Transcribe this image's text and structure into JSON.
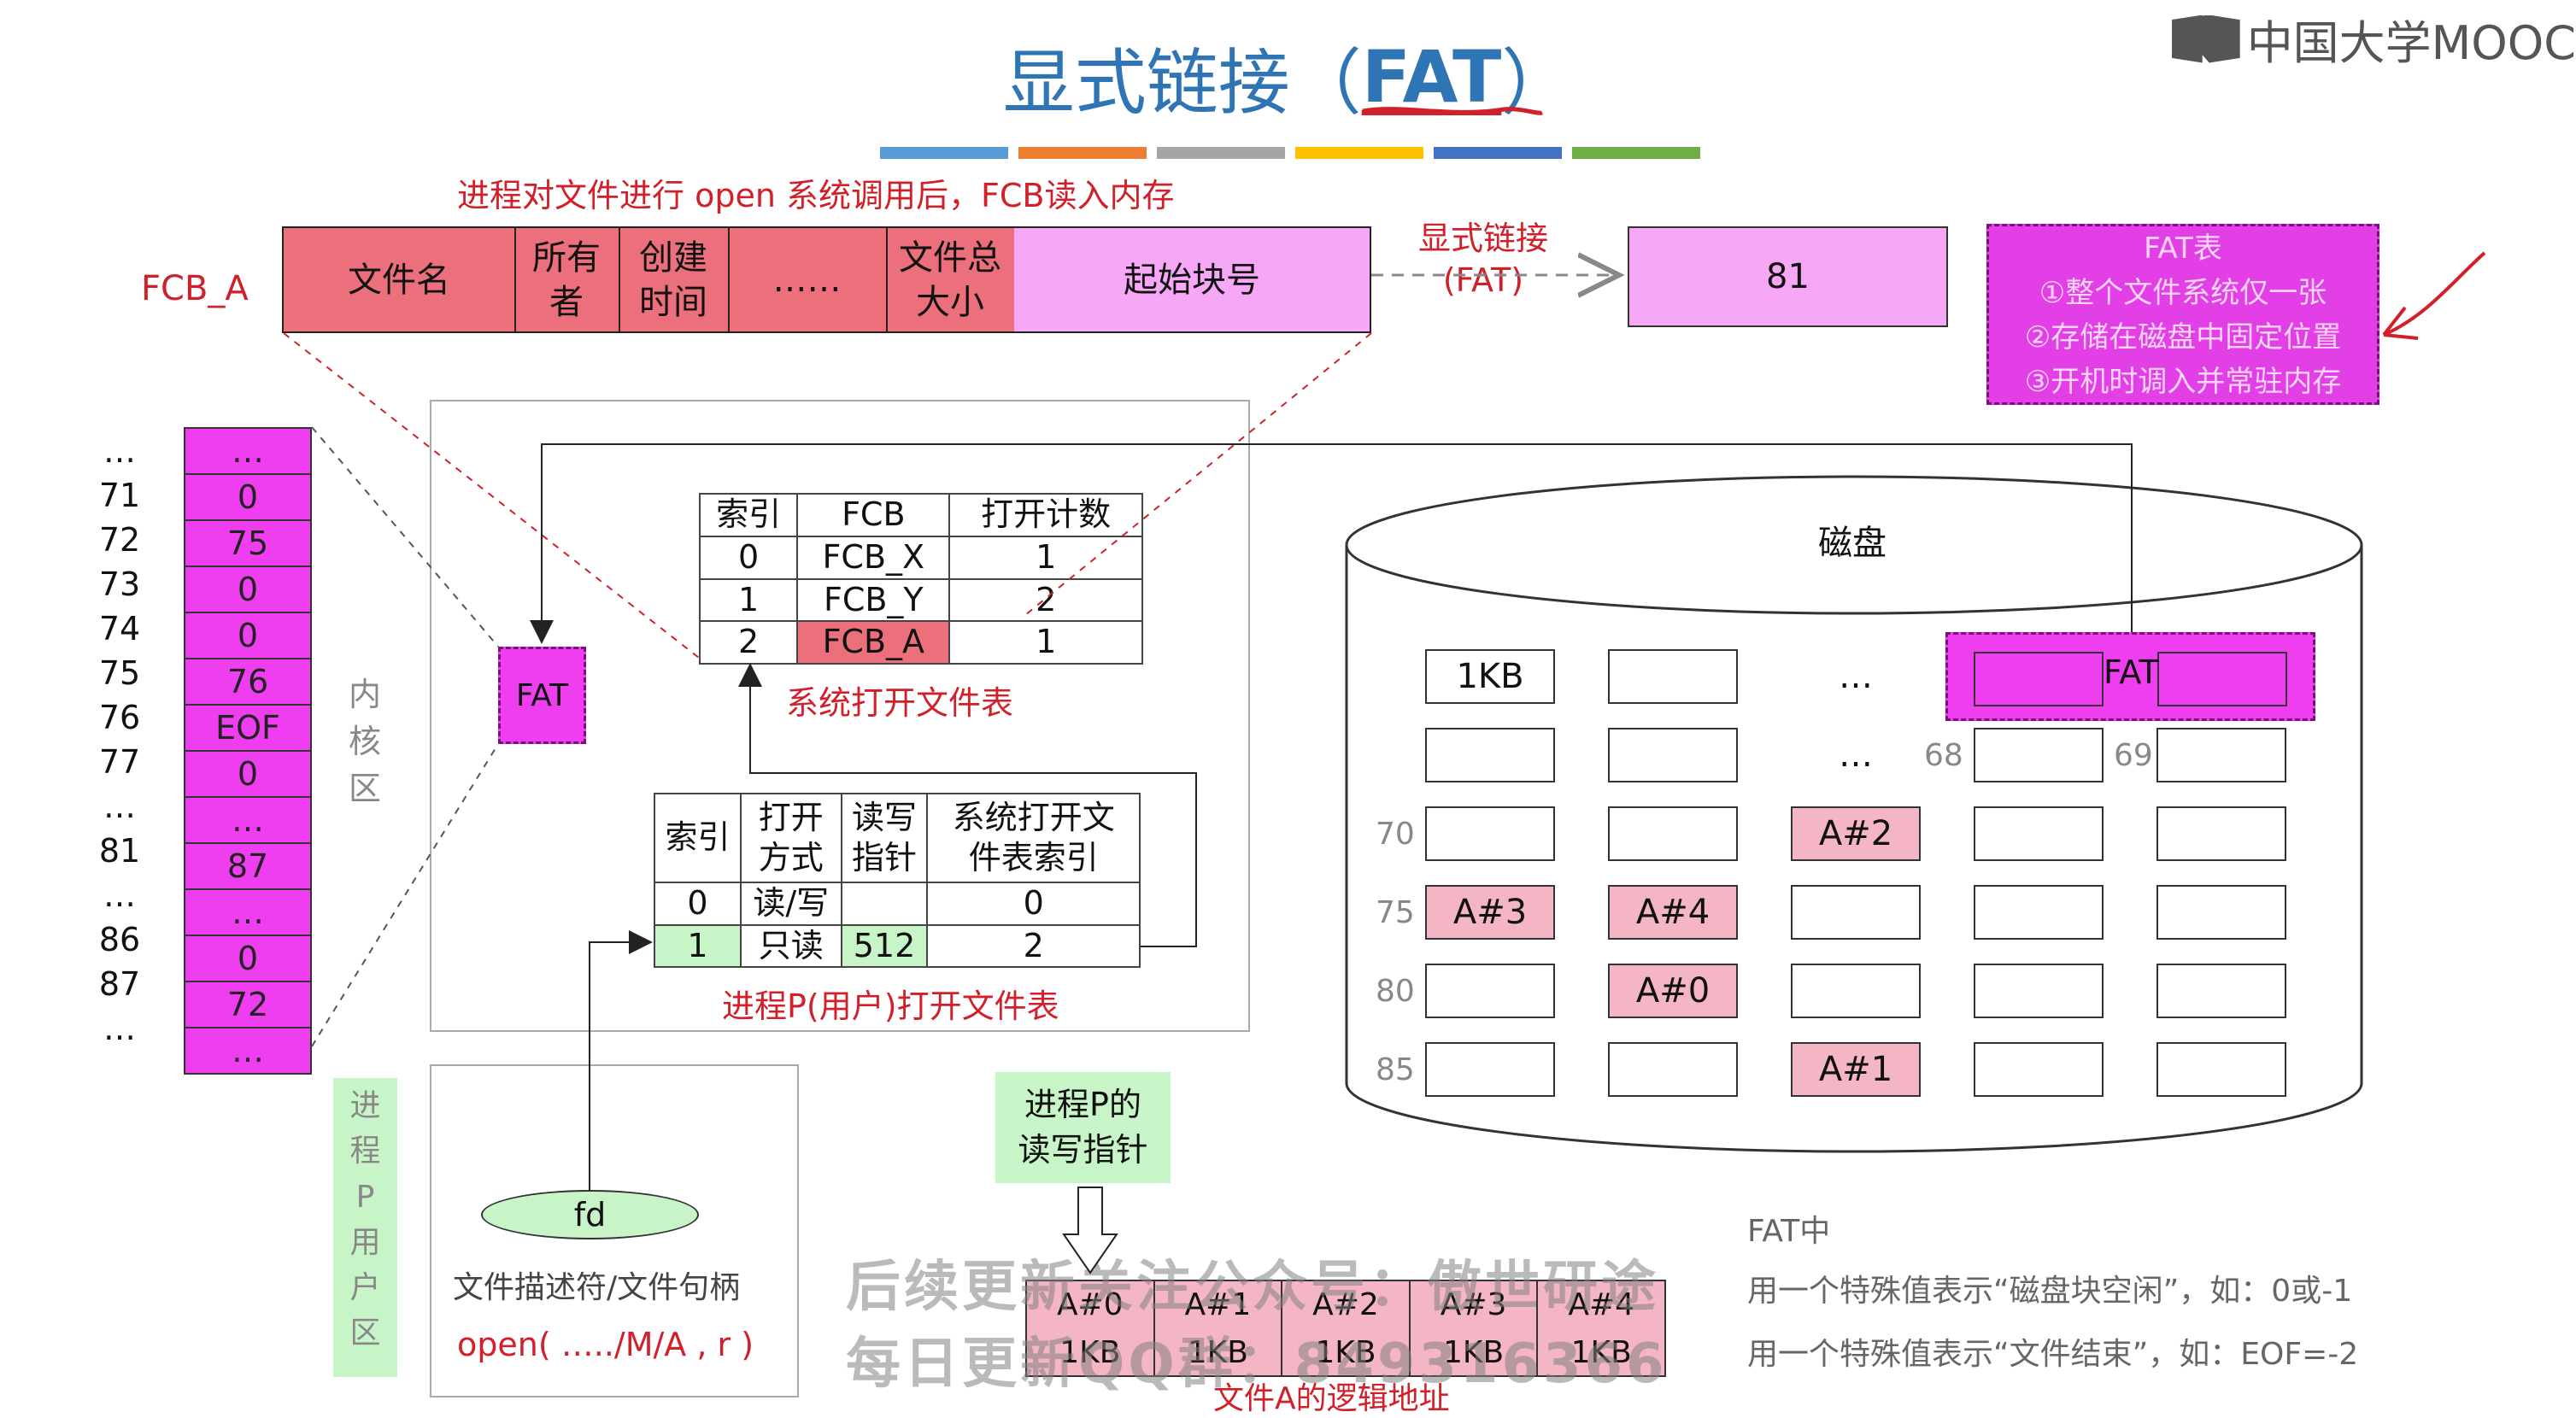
{
  "title": {
    "main": "显式链接（",
    "fat": "FAT",
    "close": "）"
  },
  "brand": "中国大学MOOC",
  "colors": {
    "title": "#2f74b5",
    "magenta": "#ef3df0",
    "fcb_red": "#ec6f7c",
    "light_magenta": "#f6a7f6",
    "pink_block": "#f4b6c4",
    "green": "#c8f5c8",
    "accent_red": "#d0202a"
  },
  "fcb_caption": "进程对文件进行 open 系统调用后，FCB读入内存",
  "fcb_label": "FCB_A",
  "fcb_fields": [
    "文件名",
    "所有\n者",
    "创建\n时间",
    "……",
    "文件总\n大小",
    "起始块号"
  ],
  "link_label": "显式链接\n(FAT)",
  "start_block": "81",
  "fat_note": [
    "FAT表",
    "①整个文件系统仅一张",
    "②存储在磁盘中固定位置",
    "③开机时调入并常驻内存"
  ],
  "fat_index": [
    "…",
    "71",
    "72",
    "73",
    "74",
    "75",
    "76",
    "77",
    "…",
    "81",
    "…",
    "86",
    "87",
    "…"
  ],
  "fat_next": [
    "…",
    "0",
    "75",
    "0",
    "0",
    "76",
    "EOF",
    "0",
    "…",
    "87",
    "…",
    "0",
    "72",
    "…"
  ],
  "kernel_label": "内\n核\n区",
  "fat_box": "FAT",
  "sys_table": {
    "headers": [
      "索引",
      "FCB",
      "打开计数"
    ],
    "rows": [
      [
        "0",
        "FCB_X",
        "1"
      ],
      [
        "1",
        "FCB_Y",
        "2"
      ],
      [
        "2",
        "FCB_A",
        "1"
      ]
    ],
    "caption": "系统打开文件表"
  },
  "proc_table": {
    "headers": [
      "索引",
      "打开\n方式",
      "读写\n指针",
      "系统打开文\n件表索引"
    ],
    "rows": [
      [
        "0",
        "读/写",
        "",
        "0"
      ],
      [
        "1",
        "只读",
        "512",
        "2"
      ]
    ],
    "caption": "进程P(用户)打开文件表"
  },
  "user_label": "进\n程\nP\n用\n户\n区",
  "fd": "fd",
  "fd_caption": "文件描述符/文件句柄",
  "open_call": "open( …../M/A , r )",
  "rw_pointer": "进程P的\n读写指针",
  "disk": {
    "title": "磁盘",
    "rows": [
      {
        "label": "",
        "cells": [
          "1KB",
          "",
          "…",
          "",
          ""
        ]
      },
      {
        "label": "",
        "cells": [
          "",
          "",
          "…",
          "68",
          "69"
        ]
      },
      {
        "label": "70",
        "cells": [
          "",
          "",
          "A#2",
          "",
          ""
        ]
      },
      {
        "label": "75",
        "cells": [
          "A#3",
          "A#4",
          "",
          "",
          ""
        ]
      },
      {
        "label": "80",
        "cells": [
          "",
          "A#0",
          "",
          "",
          ""
        ]
      },
      {
        "label": "85",
        "cells": [
          "",
          "",
          "A#1",
          "",
          ""
        ]
      }
    ],
    "fat_region": "FAT"
  },
  "logical": {
    "blocks": [
      "A#0",
      "A#1",
      "A#2",
      "A#3",
      "A#4"
    ],
    "sizes": [
      "1KB",
      "1KB",
      "1KB",
      "1KB",
      "1KB"
    ],
    "caption": "文件A的逻辑地址"
  },
  "notes": [
    "FAT中",
    "用一个特殊值表示“磁盘块空闲”，如：0或-1",
    "用一个特殊值表示“文件结束”，如：EOF=-2"
  ],
  "watermark": [
    "后续更新关注公众号：傲世研途",
    "每日更新QQ群：849316366"
  ]
}
